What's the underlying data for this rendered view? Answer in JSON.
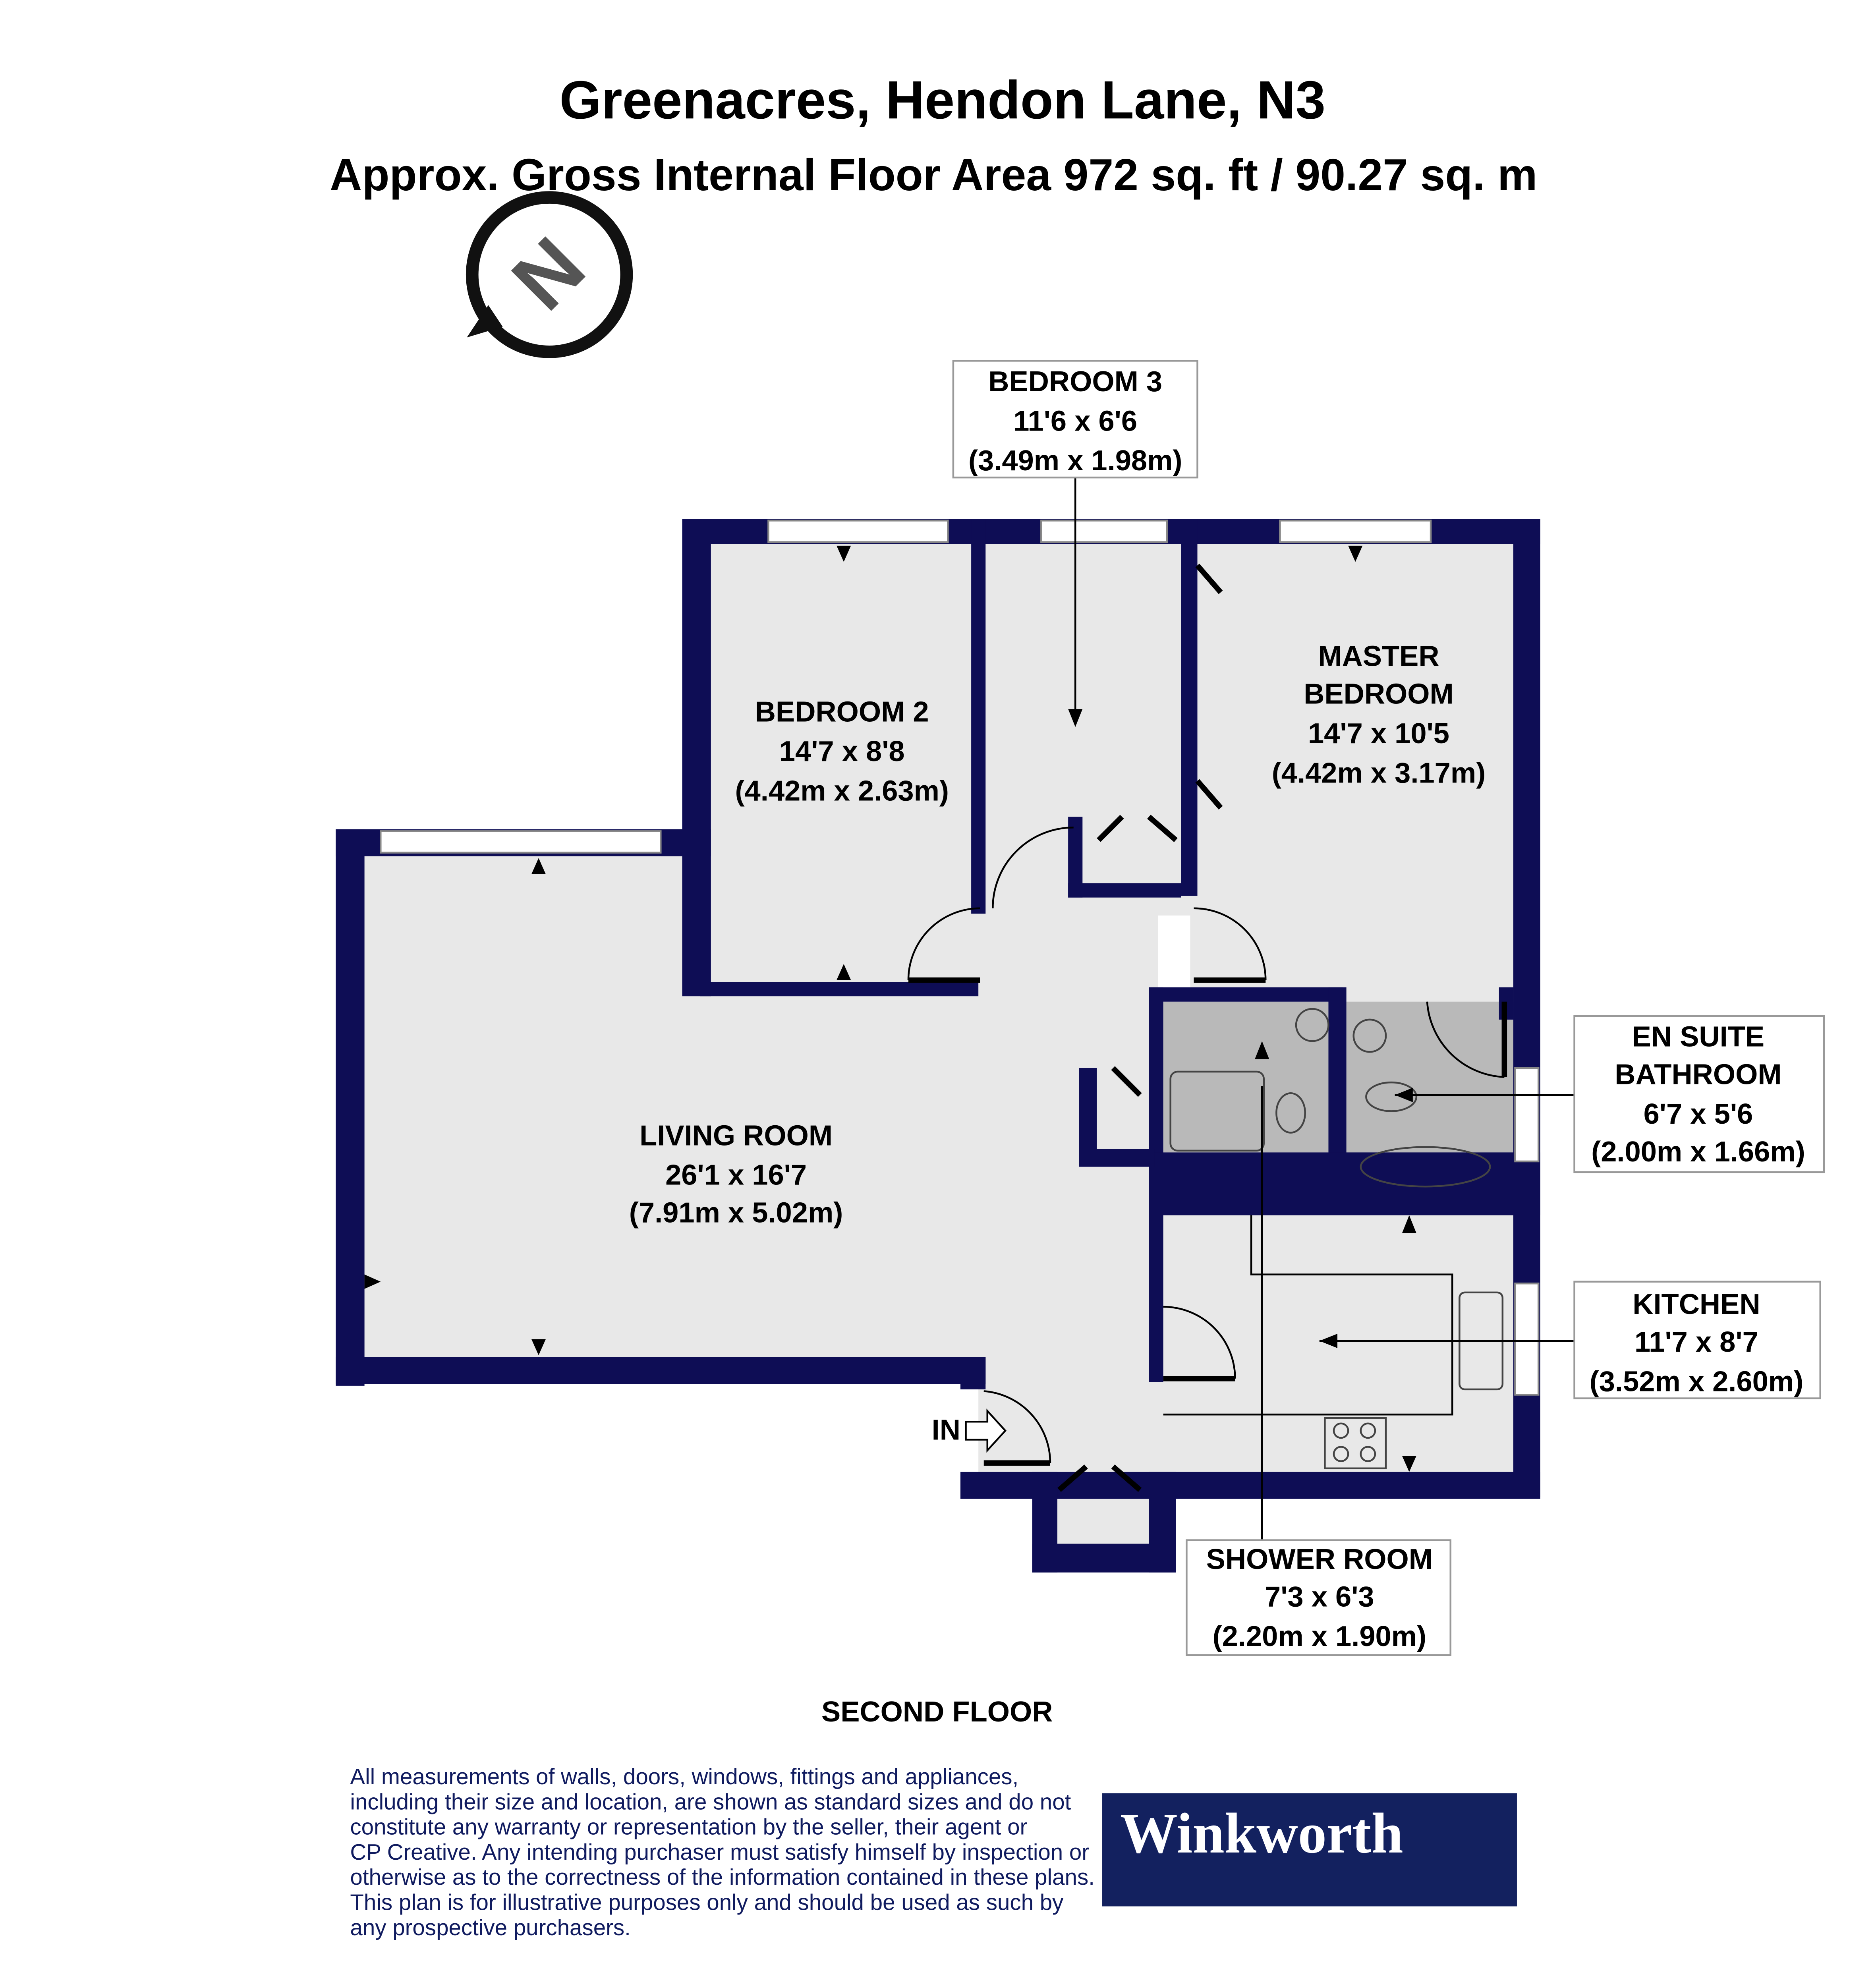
{
  "header": {
    "title": "Greenacres, Hendon Lane, N3",
    "subtitle": "Approx. Gross Internal Floor Area 972 sq. ft / 90.27 sq. m"
  },
  "compass": {
    "letter": "N",
    "icon": "north-arrow-icon"
  },
  "rooms": {
    "bedroom3": {
      "name": "BEDROOM 3",
      "imperial": "11'6 x 6'6",
      "metric": "(3.49m x 1.98m)"
    },
    "bedroom2": {
      "name": "BEDROOM 2",
      "imperial": "14'7 x 8'8",
      "metric": "(4.42m x 2.63m)"
    },
    "master": {
      "name1": "MASTER",
      "name2": "BEDROOM",
      "imperial": "14'7 x 10'5",
      "metric": "(4.42m x 3.17m)"
    },
    "ensuite": {
      "name1": "EN SUITE",
      "name2": "BATHROOM",
      "imperial": "6'7 x 5'6",
      "metric": "(2.00m x 1.66m)"
    },
    "living": {
      "name": "LIVING ROOM",
      "imperial": "26'1 x 16'7",
      "metric": "(7.91m x 5.02m)"
    },
    "kitchen": {
      "name": "KITCHEN",
      "imperial": "11'7 x 8'7",
      "metric": "(3.52m x 2.60m)"
    },
    "shower": {
      "name": "SHOWER ROOM",
      "imperial": "7'3 x 6'3",
      "metric": "(2.20m x 1.90m)"
    }
  },
  "entrance_label": "IN",
  "floor_label": "SECOND FLOOR",
  "disclaimer": [
    "All measurements of walls, doors, windows, fittings and appliances,",
    "including their size and location, are shown as standard sizes and do not",
    "constitute any warranty or representation by the seller, their agent or",
    "CP Creative. Any intending purchaser must satisfy himself by inspection or",
    "otherwise as to the correctness of the information contained in these plans.",
    "This plan is for illustrative purposes only and should be used as such by",
    "any prospective purchasers."
  ],
  "logo": {
    "text": "Winkworth",
    "background": "#13215f"
  },
  "colors": {
    "wall": "#0e0d55",
    "floor": "#e8e8e8",
    "wet_room": "#b9b9b9"
  }
}
